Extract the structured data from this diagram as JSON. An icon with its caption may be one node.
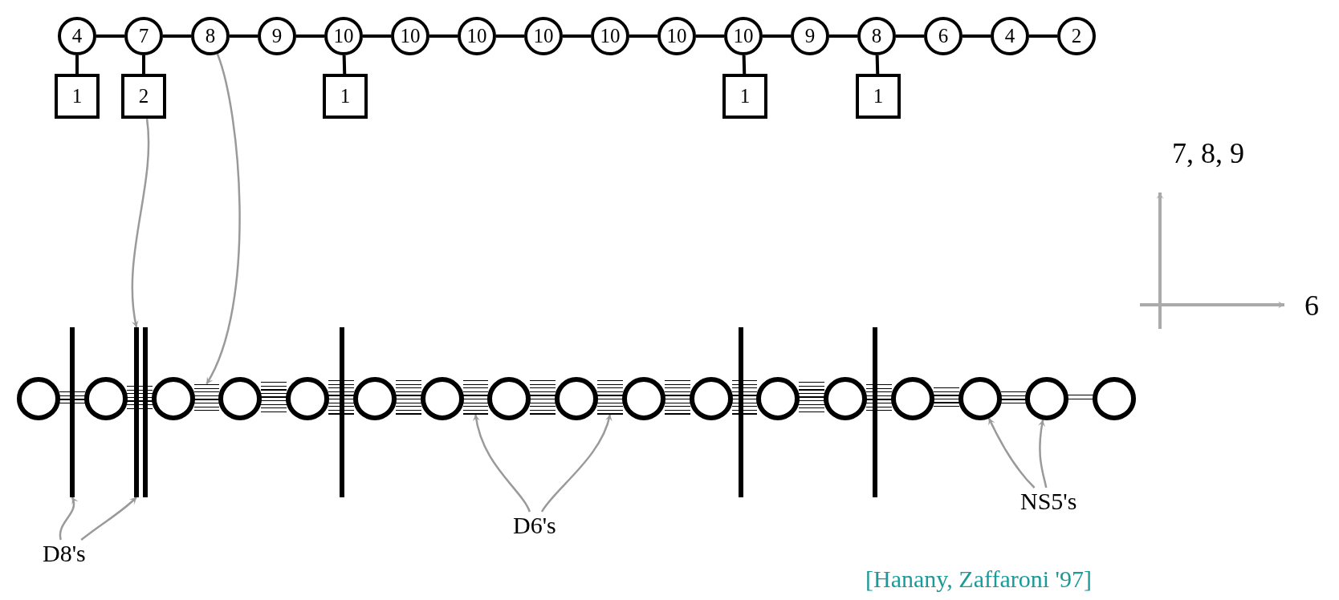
{
  "diagram": {
    "caption": "[Hanany, Zaffaroni '97]",
    "nodes": [
      {
        "text": [
          "4"
        ]
      },
      {
        "text": [
          "7"
        ]
      },
      {
        "text": [
          "8"
        ]
      },
      {
        "text": [
          "9"
        ]
      },
      {
        "text": [
          "10"
        ]
      },
      {
        "text": [
          "10"
        ]
      },
      {
        "text": [
          "10"
        ]
      },
      {
        "text": [
          "10"
        ]
      },
      {
        "text": [
          "10"
        ]
      },
      {
        "text": [
          "10"
        ]
      },
      {
        "text": [
          "10"
        ]
      },
      {
        "text": [
          "9"
        ]
      },
      {
        "text": [
          "8"
        ]
      },
      {
        "text": [
          "6"
        ]
      },
      {
        "text": [
          "4"
        ]
      },
      {
        "text": [
          "2"
        ]
      },
      {
        "text": [
          "1"
        ]
      },
      {
        "text": [
          "2"
        ]
      },
      {
        "text": [
          "1"
        ]
      },
      {
        "text": [
          "1"
        ]
      },
      {
        "text": [
          "1"
        ]
      },
      {
        "text": [],
        "shape": "circle"
      },
      {
        "text": [],
        "shape": "circle"
      },
      {
        "text": [],
        "shape": "circle"
      },
      {
        "text": [],
        "shape": "circle"
      },
      {
        "text": [],
        "shape": "circle"
      },
      {
        "text": [],
        "shape": "circle"
      },
      {
        "text": [],
        "shape": "circle"
      },
      {
        "text": [],
        "shape": "circle"
      },
      {
        "text": [],
        "shape": "circle"
      },
      {
        "text": [],
        "shape": "circle"
      },
      {
        "text": [],
        "shape": "circle"
      },
      {
        "text": [],
        "shape": "circle"
      },
      {
        "text": [],
        "shape": "circle"
      },
      {
        "text": [],
        "shape": "circle"
      },
      {
        "text": [],
        "shape": "circle"
      },
      {
        "text": [],
        "shape": "circle"
      },
      {
        "text": [],
        "shape": "circle"
      },
      {
        "text": [],
        "shape": "bar"
      },
      {
        "text": [],
        "shape": "bar"
      },
      {
        "text": [],
        "shape": "bar"
      },
      {
        "text": [],
        "shape": "bar"
      },
      {
        "text": [],
        "shape": "bar"
      },
      {
        "text": [],
        "shape": "bar"
      },
      {
        "text": [
          "D8's"
        ]
      },
      {
        "text": [
          "D6's"
        ]
      },
      {
        "text": [
          "NS5's"
        ]
      },
      {
        "text": [],
        "shape": "bar"
      },
      {
        "text": [],
        "shape": "bar"
      },
      {
        "text": [],
        "shape": "bar"
      },
      {
        "text": [],
        "shape": "bar"
      },
      {
        "text": [],
        "shape": "bar"
      },
      {
        "text": [],
        "shape": "bar"
      },
      {
        "text": [],
        "shape": "bar"
      },
      {
        "text": [],
        "shape": "bar"
      },
      {
        "text": [],
        "shape": "bar"
      },
      {
        "text": [],
        "shape": "bar"
      },
      {
        "text": [],
        "shape": "bar"
      },
      {
        "text": [],
        "shape": "bar"
      },
      {
        "text": [],
        "shape": "bar"
      },
      {
        "text": [],
        "shape": "bar"
      },
      {
        "text": [],
        "shape": "bar"
      },
      {
        "text": [],
        "shape": "bar"
      }
    ],
    "edges": [
      {
        "from": 0,
        "to": 1,
        "arrow": "none"
      },
      {
        "from": 1,
        "to": 2,
        "arrow": "none"
      },
      {
        "from": 2,
        "to": 3,
        "arrow": "none"
      },
      {
        "from": 3,
        "to": 4,
        "arrow": "none"
      },
      {
        "from": 4,
        "to": 5,
        "arrow": "none"
      },
      {
        "from": 5,
        "to": 6,
        "arrow": "none"
      },
      {
        "from": 6,
        "to": 7,
        "arrow": "none"
      },
      {
        "from": 7,
        "to": 8,
        "arrow": "none"
      },
      {
        "from": 8,
        "to": 9,
        "arrow": "none"
      },
      {
        "from": 9,
        "to": 10,
        "arrow": "none"
      },
      {
        "from": 10,
        "to": 11,
        "arrow": "none"
      },
      {
        "from": 11,
        "to": 12,
        "arrow": "none"
      },
      {
        "from": 12,
        "to": 13,
        "arrow": "none"
      },
      {
        "from": 13,
        "to": 14,
        "arrow": "none"
      },
      {
        "from": 14,
        "to": 15,
        "arrow": "none"
      },
      {
        "from": 0,
        "to": 16,
        "arrow": "none"
      },
      {
        "from": 1,
        "to": 17,
        "arrow": "none"
      },
      {
        "from": 4,
        "to": 18,
        "arrow": "none"
      },
      {
        "from": 10,
        "to": 19,
        "arrow": "none"
      },
      {
        "from": 12,
        "to": 20,
        "arrow": "none"
      },
      {
        "from": 17,
        "to": 39,
        "arrow": "to",
        "color": "#9a9a9a"
      },
      {
        "from": 2,
        "to": 49,
        "arrow": "to",
        "color": "#9a9a9a"
      },
      {
        "from": 44,
        "to": 38,
        "arrow": "to",
        "color": "#9a9a9a"
      },
      {
        "from": 44,
        "to": 39,
        "arrow": "to",
        "color": "#9a9a9a"
      },
      {
        "from": 45,
        "to": 53,
        "arrow": "to",
        "color": "#9a9a9a"
      },
      {
        "from": 45,
        "to": 55,
        "arrow": "to",
        "color": "#9a9a9a"
      },
      {
        "from": 46,
        "to": 35,
        "arrow": "to",
        "color": "#9a9a9a"
      },
      {
        "from": 46,
        "to": 36,
        "arrow": "to",
        "color": "#9a9a9a"
      }
    ],
    "labels": [
      "7, 8, 9",
      "6"
    ]
  }
}
